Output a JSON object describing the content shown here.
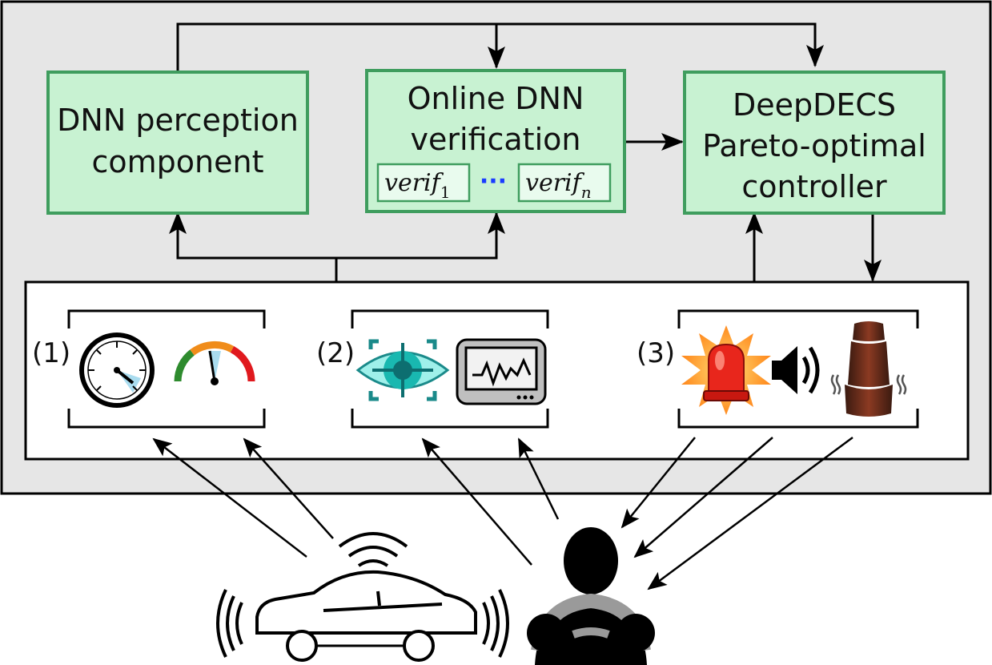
{
  "blocks": {
    "perception": {
      "line1": "DNN perception",
      "line2": "component"
    },
    "verification": {
      "line1": "Online DNN",
      "line2": "verification",
      "verif_first": "verif",
      "verif_first_sub": "1",
      "verif_last": "verif",
      "verif_last_sub": "n",
      "ellipsis": "···"
    },
    "controller": {
      "line1": "DeepDECS",
      "line2": "Pareto-optimal",
      "line3": "controller"
    }
  },
  "groups": {
    "g1": {
      "label": "(1)"
    },
    "g2": {
      "label": "(2)"
    },
    "g3": {
      "label": "(3)"
    }
  },
  "icons": {
    "g1": [
      "speedometer-icon",
      "gauge-icon"
    ],
    "g2": [
      "eye-tracking-icon",
      "monitor-icon"
    ],
    "g3": [
      "warning-light-icon",
      "speaker-icon",
      "vibrating-seat-icon"
    ],
    "bottom": [
      "connected-car-icon",
      "driver-icon"
    ]
  },
  "colors": {
    "block_fill": "#c8f2d2",
    "block_border": "#3f9d5e",
    "panel_bg": "#e6e6e6",
    "ellipsis": "#1a3cff"
  }
}
